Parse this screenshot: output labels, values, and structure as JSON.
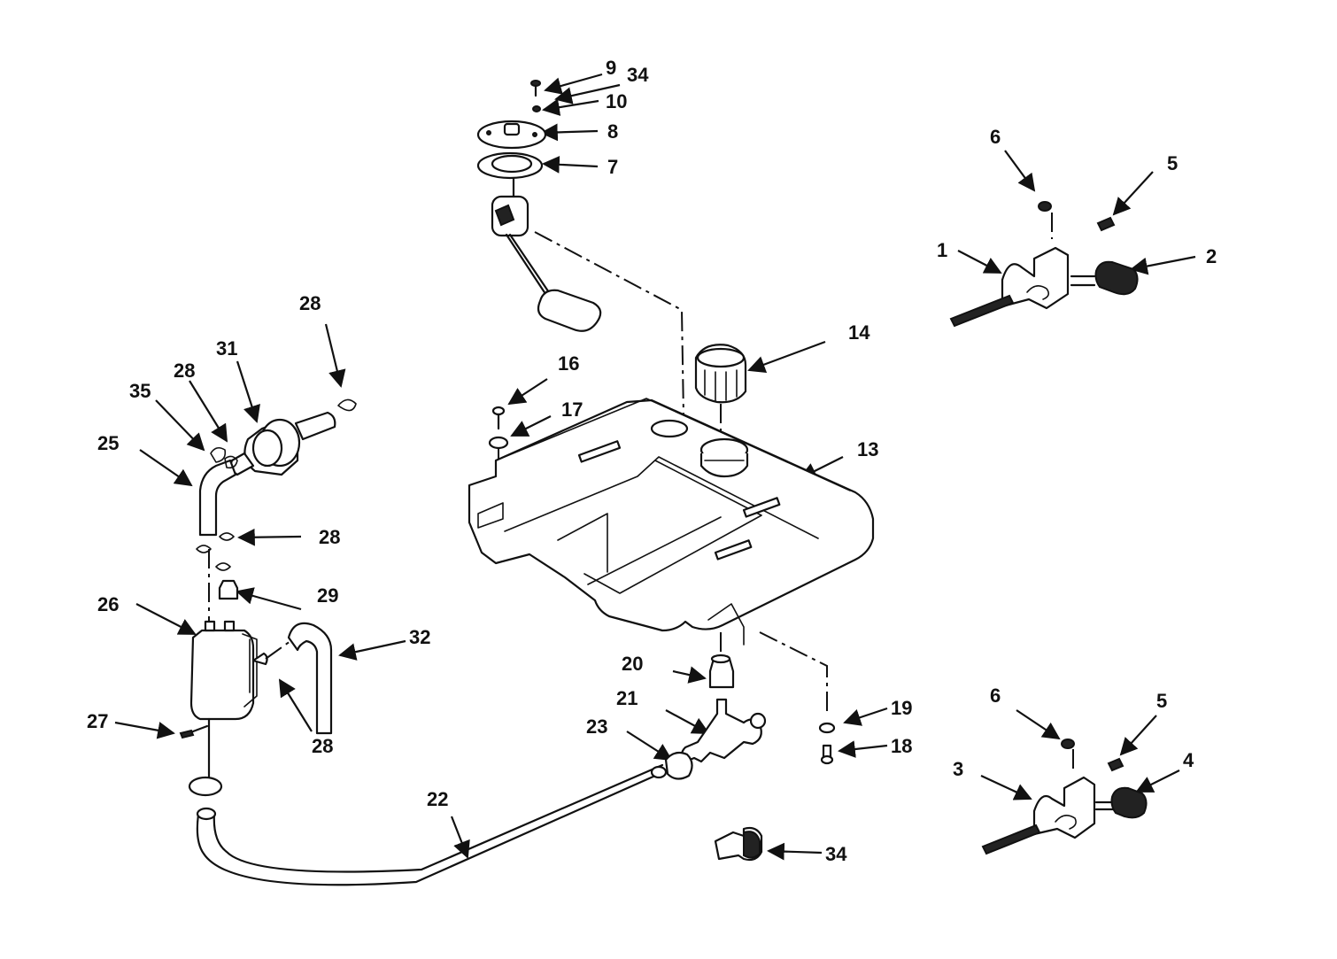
{
  "callouts": [
    "9",
    "34",
    "10",
    "8",
    "7",
    "6",
    "5",
    "1",
    "2",
    "28",
    "31",
    "14",
    "28",
    "35",
    "16",
    "17",
    "25",
    "13",
    "28",
    "29",
    "26",
    "32",
    "20",
    "21",
    "19",
    "23",
    "18",
    "27",
    "28",
    "6",
    "5",
    "4",
    "3",
    "22",
    "34"
  ],
  "colors": {
    "ink": "#111111",
    "paper": "#ffffff"
  }
}
